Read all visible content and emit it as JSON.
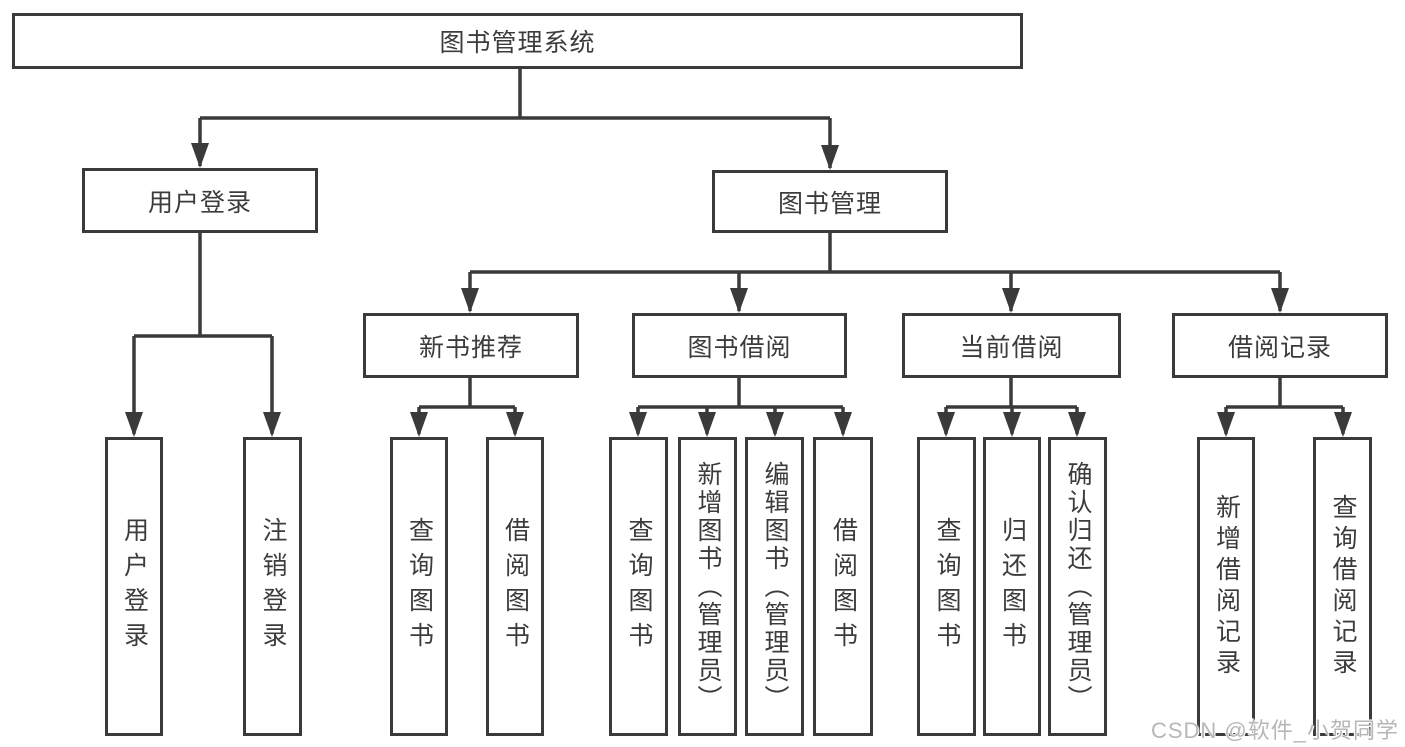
{
  "diagram": {
    "root": {
      "label": "图书管理系统"
    },
    "level1": {
      "user_login": {
        "label": "用户登录"
      },
      "book_management": {
        "label": "图书管理"
      }
    },
    "level2": {
      "new_book_recommend": {
        "label": "新书推荐"
      },
      "book_borrowing": {
        "label": "图书借阅"
      },
      "current_borrowing": {
        "label": "当前借阅"
      },
      "borrowing_records": {
        "label": "借阅记录"
      }
    },
    "leaves": {
      "user_login": {
        "label": "用户登录"
      },
      "logout": {
        "label": "注销登录"
      },
      "rec_query_books": {
        "label": "查询图书"
      },
      "rec_borrow_books": {
        "label": "借阅图书"
      },
      "bor_query_books": {
        "label": "查询图书"
      },
      "bor_add_books_admin": {
        "label": "新增图书（管理员）"
      },
      "bor_edit_books_admin": {
        "label": "编辑图书（管理员）"
      },
      "bor_borrow_books": {
        "label": "借阅图书"
      },
      "cur_query_books": {
        "label": "查询图书"
      },
      "cur_return_books": {
        "label": "归还图书"
      },
      "cur_confirm_return_admin": {
        "label": "确认归还（管理员）"
      },
      "add_borrow_record": {
        "label": "新增借阅记录"
      },
      "query_borrow_record": {
        "label": "查询借阅记录"
      }
    }
  },
  "watermark": {
    "text": "CSDN @软件_小贺同学"
  },
  "colors": {
    "line": "#3a3a3a",
    "text": "#3c3c3c",
    "watermark": "#b7b7b7",
    "background": "#ffffff"
  }
}
